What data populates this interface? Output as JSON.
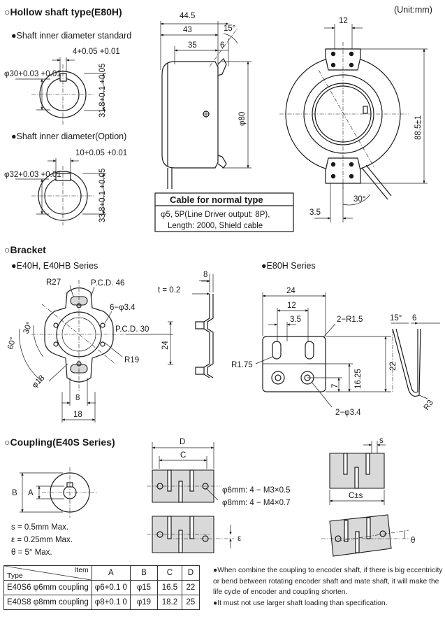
{
  "unit": "(Unit:mm)",
  "hollow": {
    "title": "○Hollow shaft type(E80H)",
    "std_label": "●Shaft inner diameter standard",
    "opt_label": "●Shaft inner diameter(Option)",
    "std_dia": "φ30+0.03 +0.01",
    "std_key": "4+0.05 +0.01",
    "std_h": "31.8+0.1 +0.05",
    "opt_dia": "φ32+0.03 +0.01",
    "opt_key": "10+0.05 +0.01",
    "opt_h": "33.8+0.1 +0.05",
    "dims": {
      "d445": "44.5",
      "d43": "43",
      "d35": "35",
      "d6": "6",
      "a15": "15°",
      "phi80": "φ80",
      "d12": "12",
      "d885": "88.5±1",
      "a30": "30°",
      "d35b": "3.5"
    },
    "cable_title": "Cable for normal type",
    "cable_line1": "φ5, 5P(Line Driver output: 8P),",
    "cable_line2": "Length: 2000, Shield cable"
  },
  "bracket": {
    "title": "○Bracket",
    "left_label": "●E40H, E40HB Series",
    "right_label": "●E80H Series",
    "left_dims": {
      "r27": "R27",
      "pcd46": "P.C.D. 46",
      "hole": "6−φ3.4",
      "pcd30": "P.C.D. 30",
      "a30": "30°",
      "a60": "60°",
      "r19": "R19",
      "phi18": "φ18",
      "d8": "8",
      "d18": "18",
      "t": "t = 0.2",
      "d8b": "8",
      "d24": "24"
    },
    "right_dims": {
      "d24": "24",
      "d12": "12",
      "d35": "3.5",
      "r15": "2−R1.5",
      "a15": "15°",
      "d6": "6",
      "r175": "R1.75",
      "d1625": "16.25",
      "d22": "22",
      "d7": "7",
      "hole": "2−φ3.4",
      "r3": "R3"
    }
  },
  "coupling": {
    "title": "○Coupling(E40S Series)",
    "dims": {
      "D": "D",
      "C": "C",
      "s": "s",
      "Cs": "C±s",
      "A": "A",
      "B": "B",
      "eps": "ε",
      "theta": "θ"
    },
    "screw6": "φ6mm: 4 − M3×0.5",
    "screw8": "φ8mm: 4 − M4×0.7",
    "tol1": "s = 0.5mm Max.",
    "tol2": "ε = 0.25mm Max.",
    "tol3": "θ = 5° Max.",
    "table": {
      "head": {
        "item": "Item",
        "type": "Type",
        "a": "A",
        "b": "B",
        "c": "C",
        "d": "D"
      },
      "rows": [
        {
          "type": "E40S6  φ6mm coupling",
          "a": "φ6+0.1 0",
          "b": "φ15",
          "c": "16.5",
          "d": "22"
        },
        {
          "type": "E40S8  φ8mm coupling",
          "a": "φ8+0.1 0",
          "b": "φ19",
          "c": "18.2",
          "d": "25"
        }
      ]
    },
    "notes": [
      "●When combine the coupling to encoder shaft, if there is big eccentricity or bend between rotating encoder shaft and mate shaft, it will make the life cycle of encoder and coupling shorten.",
      "●It must not use larger shaft loading than specification."
    ]
  }
}
